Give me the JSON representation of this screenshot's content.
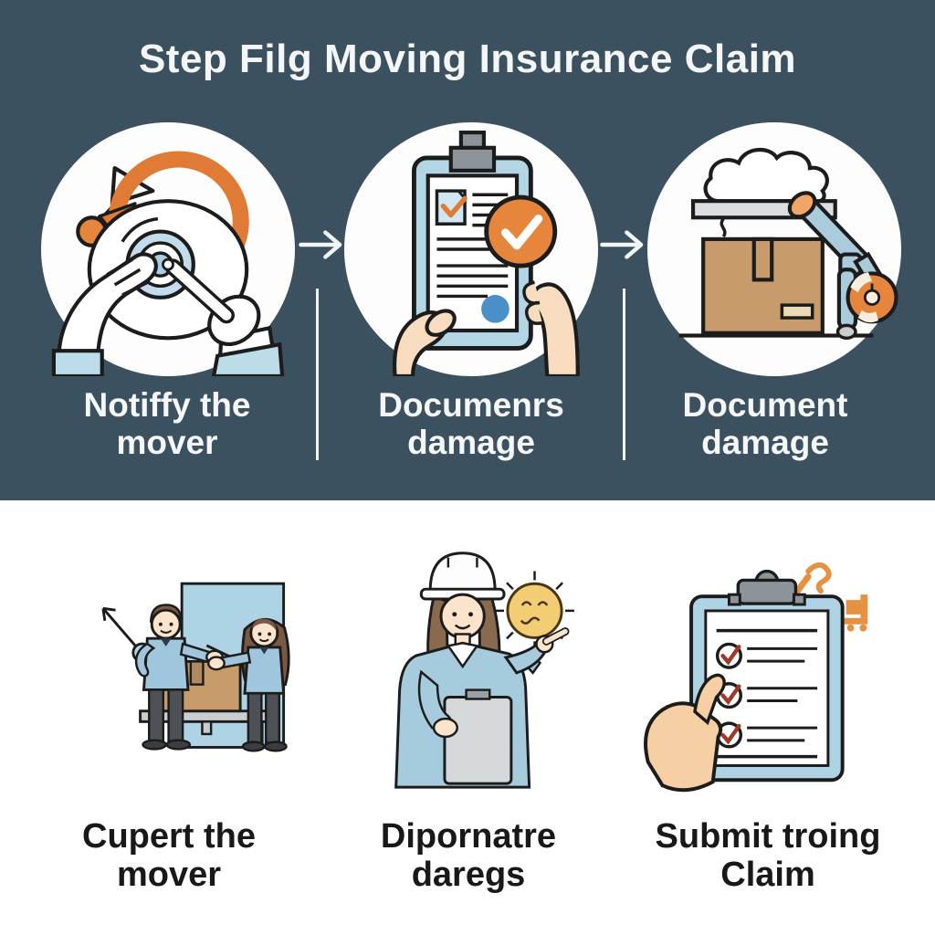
{
  "palette": {
    "top_background": "#3c5160",
    "bottom_background": "#ffffff",
    "title_text": "#f4f6f7",
    "bottom_text": "#17181a",
    "accent_orange": "#e6863c",
    "light_blue": "#aed3e5",
    "cardboard_brown": "#c79b6b",
    "check_blue": "#4a8fc7",
    "sun_yellow": "#f3cd74",
    "check_red": "#a03a28"
  },
  "header": {
    "title": "Step Filg Moving Insurance Claim"
  },
  "top_row": {
    "arrow_glyph": "→",
    "steps": [
      {
        "label_line1": "Notiffy the",
        "label_line2": "mover",
        "icon": "dial-notify-icon"
      },
      {
        "label_line1": "Documenrs",
        "label_line2": "damage",
        "icon": "clipboard-check-icon"
      },
      {
        "label_line1": "Document",
        "label_line2": "damage",
        "icon": "damaged-box-crane-icon"
      }
    ]
  },
  "bottom_row": {
    "steps": [
      {
        "label_line1": "Cupert the",
        "label_line2": "mover",
        "icon": "movers-handoff-icon"
      },
      {
        "label_line1": "Dipornatre",
        "label_line2": "daregs",
        "icon": "inspector-rating-icon"
      },
      {
        "label_line1": "Submit troing",
        "label_line2": "Claim",
        "icon": "claim-checklist-icon"
      }
    ]
  }
}
